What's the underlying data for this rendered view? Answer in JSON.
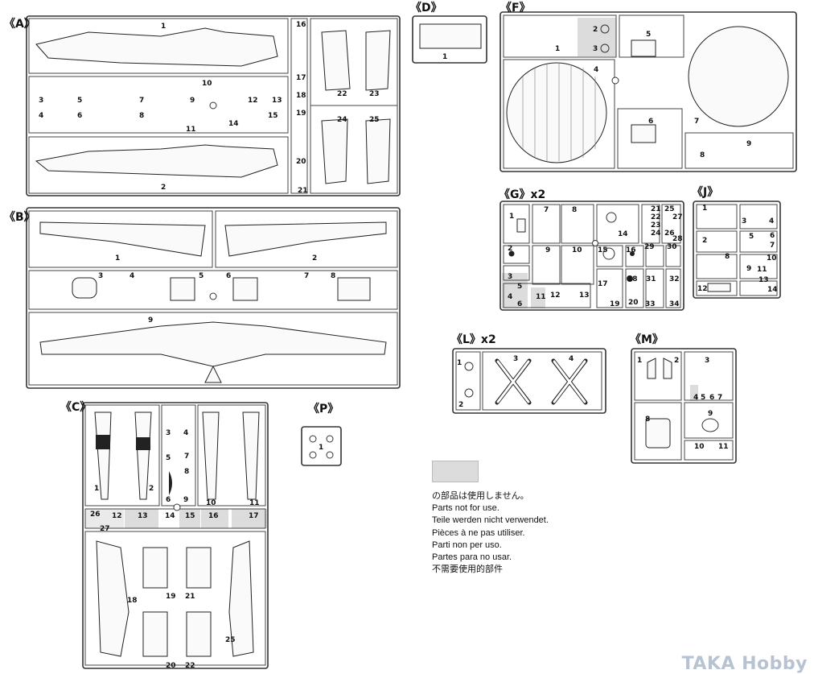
{
  "sprues": {
    "A": {
      "label": "《A》",
      "parts": [
        "1",
        "2",
        "3",
        "5",
        "7",
        "10",
        "9",
        "12",
        "13",
        "4",
        "6",
        "8",
        "11",
        "14",
        "15",
        "16",
        "17",
        "18",
        "19",
        "20",
        "21",
        "22",
        "23",
        "24",
        "25"
      ]
    },
    "B": {
      "label": "《B》",
      "parts": [
        "1",
        "2",
        "3",
        "4",
        "5",
        "6",
        "7",
        "8",
        "9"
      ]
    },
    "C": {
      "label": "《C》",
      "parts": [
        "1",
        "2",
        "3",
        "4",
        "5",
        "6",
        "7",
        "8",
        "9",
        "10",
        "11",
        "26",
        "27",
        "12",
        "13",
        "14",
        "15",
        "16",
        "17",
        "18",
        "19",
        "20",
        "21",
        "22",
        "25"
      ]
    },
    "D": {
      "label": "《D》",
      "parts": [
        "1"
      ]
    },
    "F": {
      "label": "《F》",
      "parts": [
        "1",
        "2",
        "3",
        "4",
        "5",
        "6",
        "7",
        "8",
        "9"
      ]
    },
    "G": {
      "label": "《G》x2",
      "parts": [
        "1",
        "7",
        "8",
        "14",
        "21",
        "22",
        "23",
        "24",
        "25",
        "27",
        "26",
        "28",
        "2",
        "9",
        "10",
        "15",
        "16",
        "29",
        "30",
        "3",
        "4",
        "5",
        "6",
        "11",
        "12",
        "13",
        "17",
        "18",
        "31",
        "32",
        "19",
        "20",
        "33",
        "34"
      ]
    },
    "J": {
      "label": "《J》",
      "parts": [
        "1",
        "2",
        "3",
        "4",
        "5",
        "6",
        "7",
        "8",
        "9",
        "10",
        "11",
        "12",
        "13",
        "14"
      ]
    },
    "L": {
      "label": "《L》x2",
      "parts": [
        "1",
        "2",
        "3",
        "4"
      ]
    },
    "M": {
      "label": "《M》",
      "parts": [
        "1",
        "2",
        "3",
        "4",
        "5",
        "6",
        "7",
        "8",
        "9",
        "10",
        "11"
      ]
    },
    "P": {
      "label": "《P》",
      "parts": [
        "1"
      ]
    }
  },
  "legend": {
    "lines": [
      "の部品は使用しません。",
      "Parts not for use.",
      "Teile werden nicht verwendet.",
      "Pièces à ne pas utiliser.",
      "Parti non per uso.",
      "Partes para no usar.",
      "不需要使用的部件"
    ],
    "shade_color": "#dcdcdc"
  },
  "watermark": "TAKA Hobby"
}
